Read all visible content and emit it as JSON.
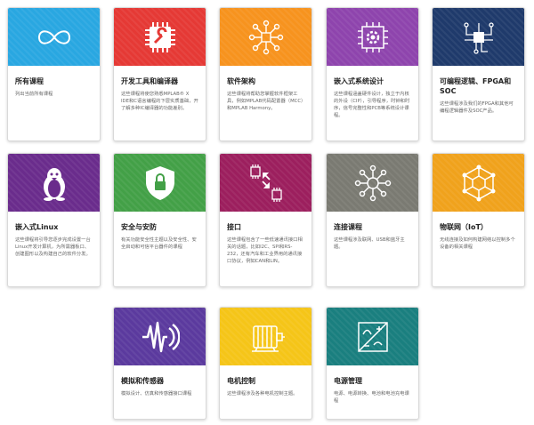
{
  "cards": [
    {
      "title": "所有课程",
      "desc": "列出当前所有课程",
      "color": "#29a7e1",
      "icon": "infinity-icon"
    },
    {
      "title": "开发工具和编译器",
      "desc": "这些课程将使您熟悉MPLAB® X IDE和C语言编程的下层实质基础，开了解多种IC编译器的功能差别。",
      "color": "#e53935",
      "icon": "chip-wrench-icon"
    },
    {
      "title": "软件架构",
      "desc": "这些课程将帮助您掌握软件框架工具，例如MPLAB代码配置器（MCC）和MPLAB Harmony。",
      "color": "#f7931e",
      "icon": "network-nodes-icon"
    },
    {
      "title": "嵌入式系统设计",
      "desc": "这些课程涵盖硬件设计，独立于内核的外设（CIP），引导程序，时钟和时序，信号完整性和PCB等系统设计课程。",
      "color": "#8e44ad",
      "icon": "chip-gear-icon"
    },
    {
      "title": "可编程逻辑、FPGA和SOC",
      "desc": "这些课程涉及我们的FPGA和其他可编程逻辑器件及SOC产品。",
      "color": "#1f3a6b",
      "icon": "fpga-circuit-icon"
    },
    {
      "title": "嵌入式Linux",
      "desc": "这些课程将引导您逐步完成设置一台Linux开发计算机，为所需器板口、创建图形以及构建自己的软件分发。",
      "color": "#6a2c8c",
      "icon": "penguin-icon"
    },
    {
      "title": "安全与安防",
      "desc": "有关功能安全性主题以及安全性、安全启动和可信平台器件的课程",
      "color": "#43a047",
      "icon": "shield-lock-icon"
    },
    {
      "title": "接口",
      "desc": "这些课程包含了一些低速通讯接口相关的话题，比如I2C、SPI和RS-232，还有汽车和工业界用的通讯接口协议，例如CAN和LIN。",
      "color": "#9c1f5e",
      "icon": "chip-arrows-icon"
    },
    {
      "title": "连接课程",
      "desc": "这些课程涉及联网、USB和蓝牙主题。",
      "color": "#7a7a72",
      "icon": "connection-hub-icon"
    },
    {
      "title": "物联网（IoT）",
      "desc": "无线连接及如何构建网络以控制多个设备的相关课程",
      "color": "#f0a21c",
      "icon": "iot-hexagon-icon"
    },
    {
      "title": "模拟和传感器",
      "desc": "模拟设计、仿真和传感器接口课程",
      "color": "#5b3a9e",
      "icon": "sensor-wave-icon"
    },
    {
      "title": "电机控制",
      "desc": "这些课程涉及各种电机控制主题。",
      "color": "#f5c518",
      "icon": "motor-icon"
    },
    {
      "title": "电源管理",
      "desc": "电源、电源转换、电池和电池充电课程",
      "color": "#1a7f7f",
      "icon": "power-chart-icon"
    }
  ]
}
